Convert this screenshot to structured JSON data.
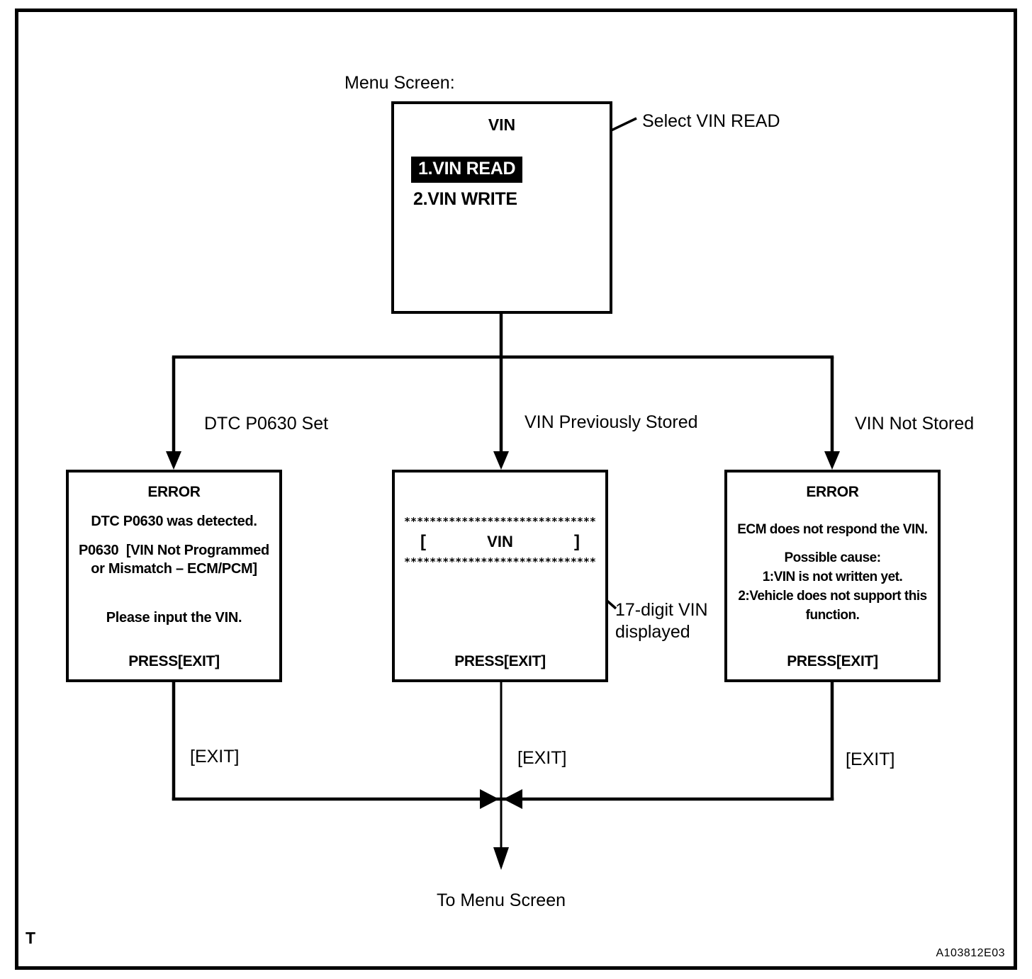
{
  "page": {
    "marker": "T",
    "figure_code": "A103812E03"
  },
  "menu": {
    "caption": "Menu Screen:",
    "screen_title": "VIN",
    "items": [
      {
        "label": "1.VIN READ",
        "selected": true
      },
      {
        "label": "2.VIN WRITE",
        "selected": false
      }
    ],
    "callout": "Select VIN READ"
  },
  "branches": {
    "left": {
      "condition": "DTC P0630 Set",
      "exit": "[EXIT]"
    },
    "center": {
      "condition": "VIN Previously Stored",
      "exit": "[EXIT]"
    },
    "right": {
      "condition": "VIN Not Stored",
      "exit": "[EXIT]"
    }
  },
  "screens": {
    "dtc_error": {
      "title": "ERROR",
      "line1": "DTC P0630 was detected.",
      "line2": "P0630  [VIN Not Programmed",
      "line3": "or Mismatch – ECM/PCM]",
      "line4": "Please input the VIN.",
      "footer": "PRESS[EXIT]"
    },
    "vin_display": {
      "stars": "******************************",
      "bracket_open": "[",
      "vin_label": "VIN",
      "bracket_close": "]",
      "footer": "PRESS[EXIT]"
    },
    "ecm_error": {
      "title": "ERROR",
      "line1": "ECM does not respond the VIN.",
      "line2": "Possible cause:",
      "line3": "1:VIN is not written yet.",
      "line4": "2:Vehicle does not support this",
      "line5": "function.",
      "footer": "PRESS[EXIT]"
    }
  },
  "callouts": {
    "vin_digits_line1": "17-digit VIN",
    "vin_digits_line2": "displayed"
  },
  "footer_label": "To Menu Screen",
  "colors": {
    "ink": "#000000",
    "paper": "#ffffff"
  }
}
